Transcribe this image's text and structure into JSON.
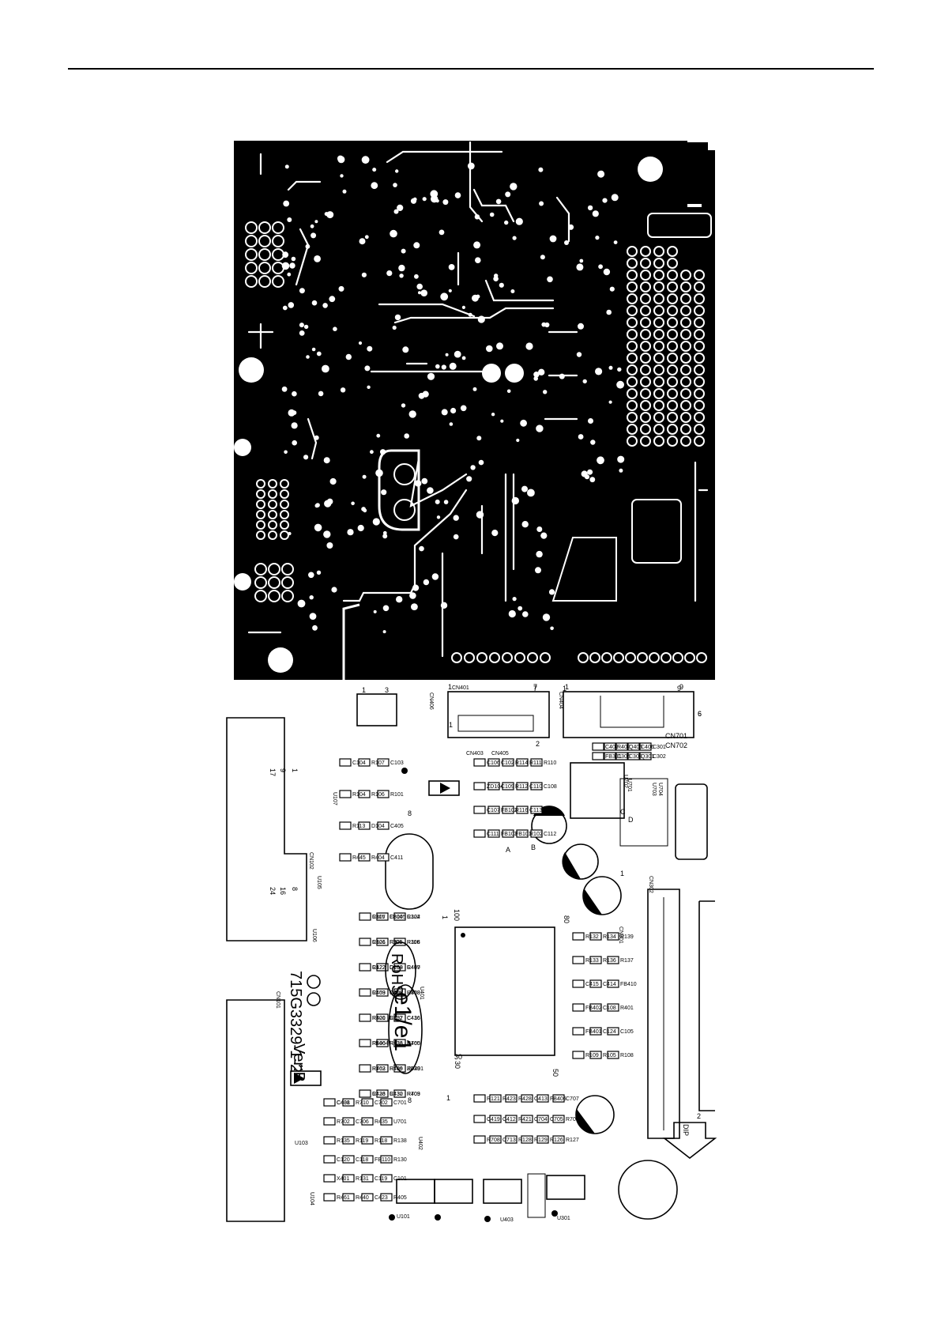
{
  "board": {
    "part_number": "715G3329-1-2",
    "version": "Ver:B",
    "rohs": "RoHS",
    "emark": "e1/e1",
    "dip_label": "DIP"
  },
  "connectors": {
    "cn401": {
      "label": "CN401",
      "pin_start": "1",
      "pin_end": "7"
    },
    "cn404": {
      "label": "CN404",
      "pin_start": "1",
      "pin_end": "9",
      "pin_side": "6"
    },
    "cn403": "CN403",
    "cn405": "CN405",
    "cn406": "CN406",
    "cn701": "CN701",
    "cn702": "CN702",
    "cn102": "CN102",
    "cn101": "CN101",
    "cn301": "CN301",
    "cn302": "CN302"
  },
  "left_connector_pins": [
    "17",
    "9",
    "1",
    "24",
    "16",
    "8"
  ],
  "ics": {
    "u401": {
      "label": "U401",
      "pin_100": "100",
      "pin_80": "80",
      "pin_30": "30",
      "pin_50": "50",
      "pin_1": "1"
    },
    "u301": "U301",
    "u101": "U101",
    "u402": "U402",
    "u403": "U403",
    "u103": "U103",
    "u104": "U104",
    "u105": "U105",
    "u106": "U106",
    "u107": "U107",
    "u702": "U702",
    "u701": "U701",
    "u703": "U703",
    "u704": "U704"
  },
  "components": [
    "C115",
    "FB105",
    "C122",
    "C121",
    "F301",
    "R116",
    "R122",
    "D108",
    "R457",
    "R459",
    "Q408",
    "R458",
    "R420",
    "C437",
    "C436",
    "FB404",
    "R436",
    "R460",
    "R462",
    "R456",
    "ZD401",
    "C433",
    "C432",
    "R709",
    "C438",
    "R710",
    "C702",
    "C701",
    "R702",
    "C706",
    "R435",
    "U701",
    "R135",
    "R119",
    "R118",
    "R138",
    "C120",
    "C118",
    "FB110",
    "R130",
    "X401",
    "R131",
    "C119",
    "C101",
    "R461",
    "R440",
    "C423",
    "R405",
    "R121",
    "R423",
    "R428",
    "C413",
    "FB406",
    "C707",
    "C419",
    "C412",
    "R421",
    "C704",
    "C705",
    "R701",
    "R708",
    "C713",
    "R128",
    "R129",
    "R126",
    "R127",
    "R132",
    "R134",
    "R139",
    "R133",
    "R136",
    "R137",
    "C415",
    "C414",
    "FB410",
    "FB402",
    "C108",
    "R401",
    "FB401",
    "C124",
    "C105",
    "R109",
    "R105",
    "R108",
    "C106",
    "C102",
    "R114",
    "R111",
    "R110",
    "ZD104",
    "C109",
    "R112",
    "C110",
    "C108",
    "C107",
    "FB102",
    "R116",
    "C113",
    "R123",
    "C111",
    "FB103",
    "FB101",
    "R102",
    "C112",
    "C104",
    "R107",
    "C103",
    "R104",
    "R106",
    "R101",
    "R113",
    "D104",
    "C405",
    "R445",
    "R404",
    "C411",
    "C402",
    "R402",
    "Q405",
    "C406",
    "C301",
    "FB301",
    "C305",
    "C303",
    "Q301",
    "C302",
    "R307",
    "C304",
    "R304",
    "R306",
    "R305",
    "R308",
    "C422",
    "C109",
    "C409",
    "C403",
    "C410",
    "R303",
    "R301",
    "R302",
    "C416",
    "R406",
    "R433",
    "R705",
    "R703",
    "R409",
    "R429",
    "R426",
    "R430",
    "R403",
    "C401"
  ],
  "pin_marks": [
    "1",
    "3",
    "1",
    "2",
    "8",
    "8",
    "1",
    "30",
    "1",
    "2",
    "7",
    "1",
    "9",
    "6",
    "A",
    "B",
    "C",
    "D"
  ]
}
